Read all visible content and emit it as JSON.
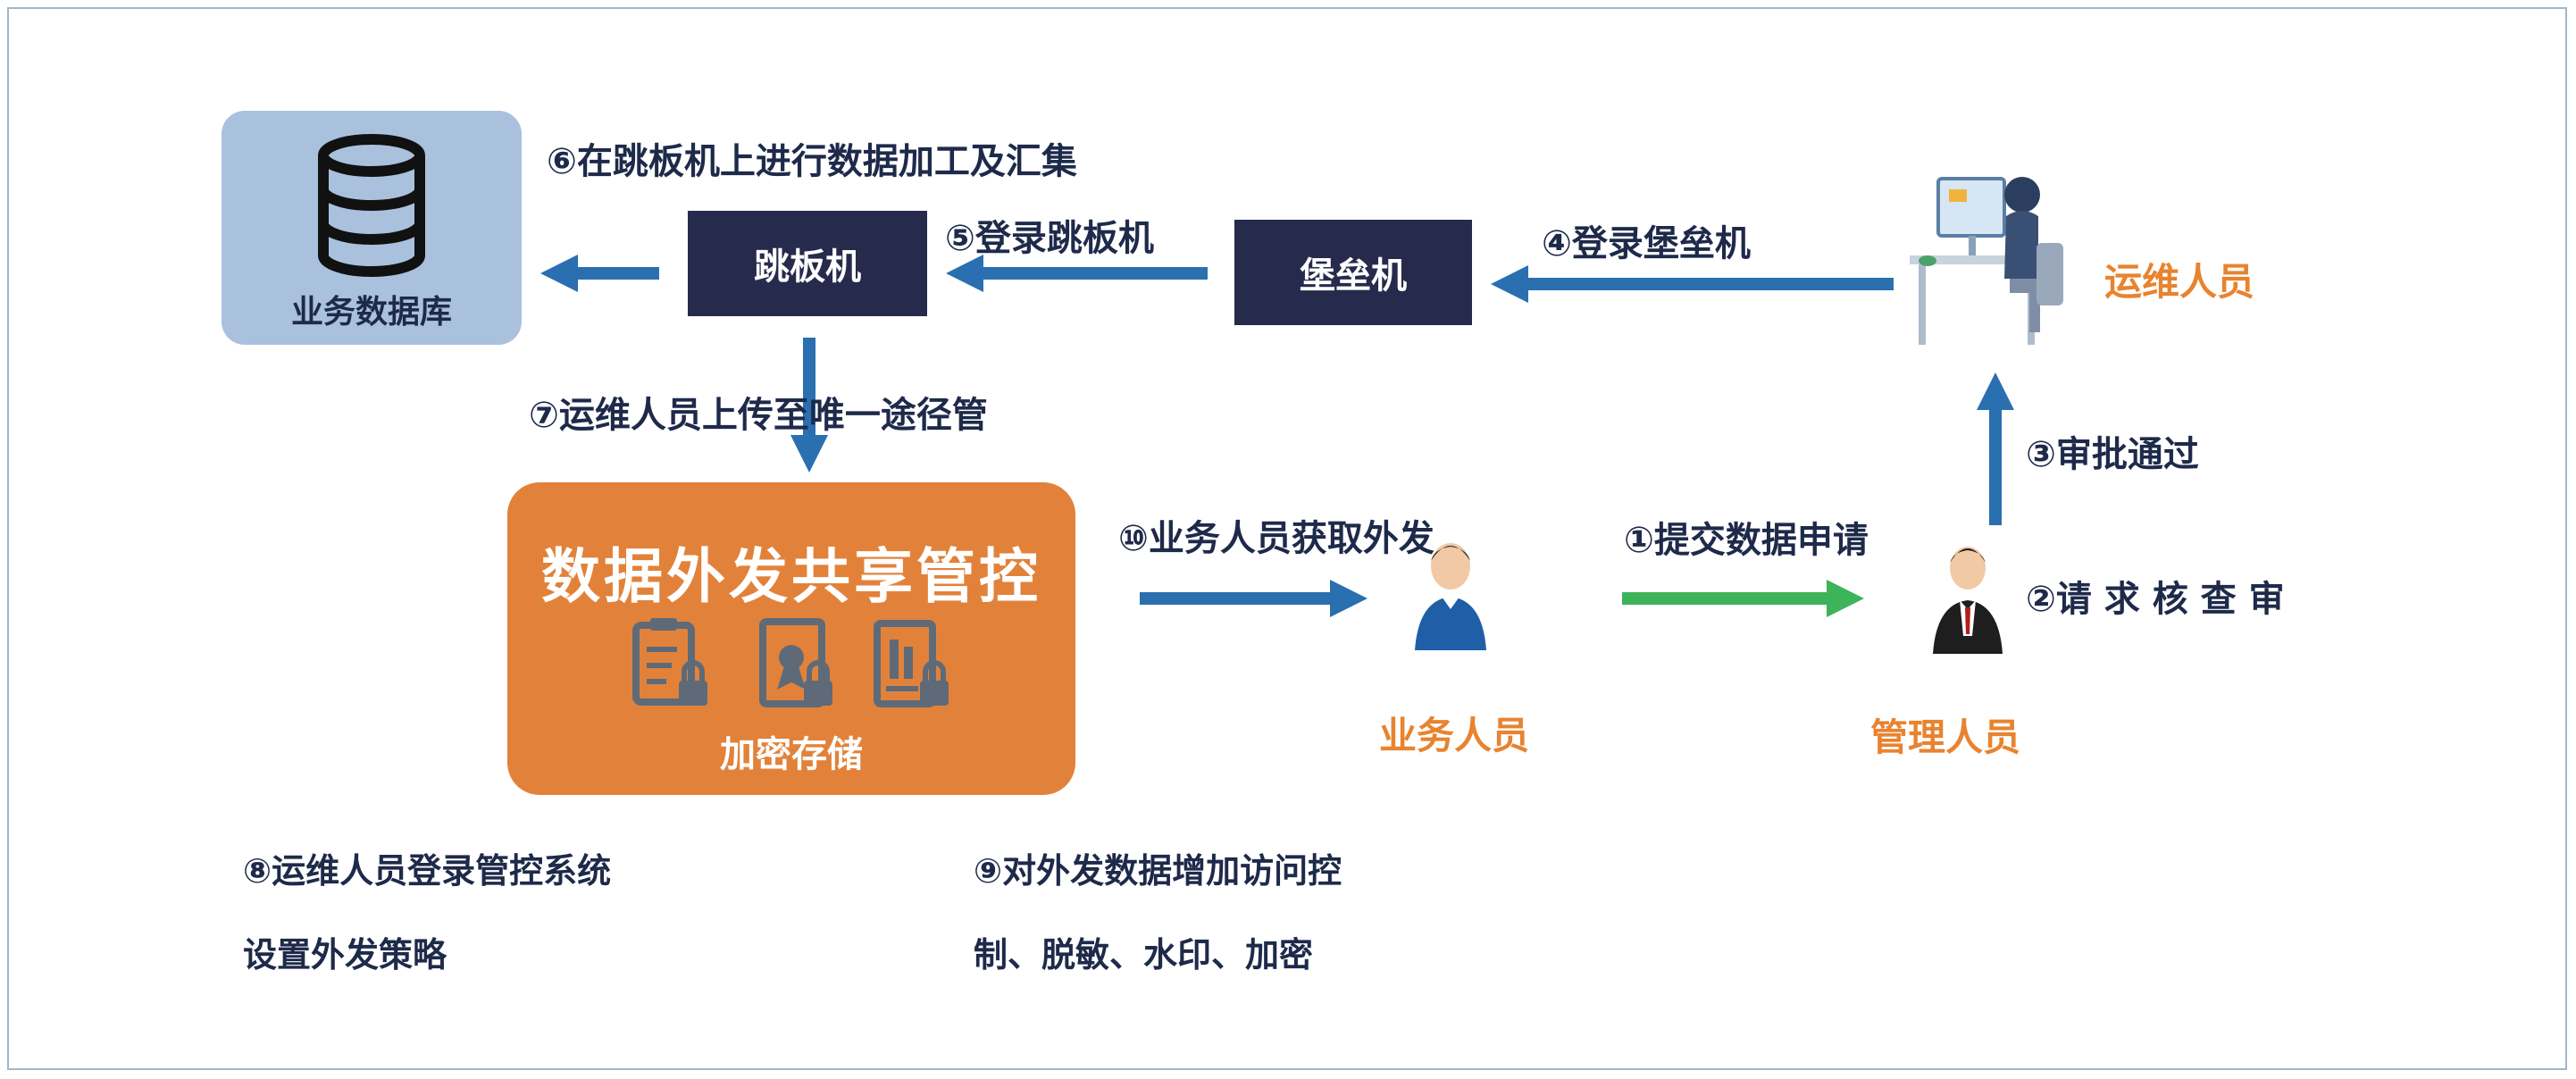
{
  "nodes": {
    "business_db": "业务数据库",
    "jump_host": "跳板机",
    "bastion_host": "堡垒机",
    "core_title": "数据外发共享管控",
    "core_subtitle": "加密存储"
  },
  "roles": {
    "ops": "运维人员",
    "business": "业务人员",
    "manager": "管理人员"
  },
  "steps": {
    "s1": "①提交数据申请",
    "s2": "②请 求 核 查 审",
    "s3": "③审批通过",
    "s4": "④登录堡垒机",
    "s5": "⑤登录跳板机",
    "s6": "⑥在跳板机上进行数据加工及汇集",
    "s7": "⑦运维人员上传至唯一途径管",
    "s8_line1": "⑧运维人员登录管控系统",
    "s8_line2": "设置外发策略",
    "s9_line1": "⑨对外发数据增加访问控",
    "s9_line2": "制、脱敏、水印、加密",
    "s10": "⑩业务人员获取外发"
  },
  "colors": {
    "arrow_blue": "#2a6fb0",
    "arrow_green": "#3db35a",
    "accent_orange": "#e8832f",
    "core_box": "#e2823a",
    "dark_box": "#262a4c",
    "db_box": "#a9c1dd"
  },
  "icons": [
    "database-icon",
    "document-lock-icon",
    "certificate-lock-icon",
    "file-lock-icon",
    "ops-person-workstation-icon",
    "business-person-icon",
    "manager-person-icon"
  ]
}
